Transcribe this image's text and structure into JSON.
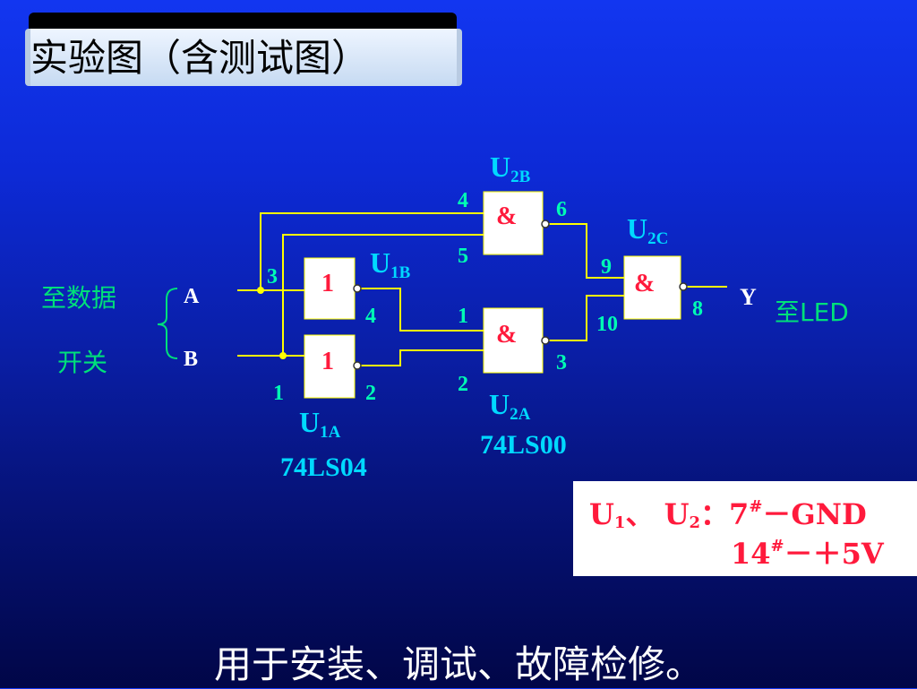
{
  "title": "实验图（含测试图）",
  "caption": "用于安装、调试、故障检修。",
  "inputs": {
    "label_line1": "至数据",
    "label_line2": "开关",
    "a": "A",
    "b": "B"
  },
  "output": {
    "y": "Y",
    "led": "至LED"
  },
  "gates": {
    "u1a": {
      "sym": "1",
      "name": "U",
      "sub": "1A"
    },
    "u1b": {
      "sym": "1",
      "name": "U",
      "sub": "1B"
    },
    "u2a": {
      "sym": "&",
      "name": "U",
      "sub": "2A"
    },
    "u2b": {
      "sym": "&",
      "name": "U",
      "sub": "2B"
    },
    "u2c": {
      "sym": "&",
      "name": "U",
      "sub": "2C"
    }
  },
  "pins": {
    "u1b_in": "3",
    "u1b_out": "4",
    "u1a_in": "1",
    "u1a_out": "2",
    "u2a_in1": "1",
    "u2a_in2": "2",
    "u2a_out": "3",
    "u2b_in1": "4",
    "u2b_in2": "5",
    "u2b_out": "6",
    "u2c_in1": "9",
    "u2c_in2": "10",
    "u2c_out": "8"
  },
  "chips": {
    "ls04": "74LS04",
    "ls00": "74LS00"
  },
  "note": {
    "u1": "U",
    "u1_sub": "1",
    "sep": "、 ",
    "u2": "U",
    "u2_sub": "2",
    "colon": "：",
    "line1_val": "7",
    "mark": "#",
    "line1_rest": "－GND",
    "line2_val": "14",
    "line2_rest": "－＋5V"
  },
  "colors": {
    "wire": "#ffff00",
    "accent": "#ff1a3c",
    "label_green": "#00e07a",
    "label_cyan": "#00d9ff"
  }
}
